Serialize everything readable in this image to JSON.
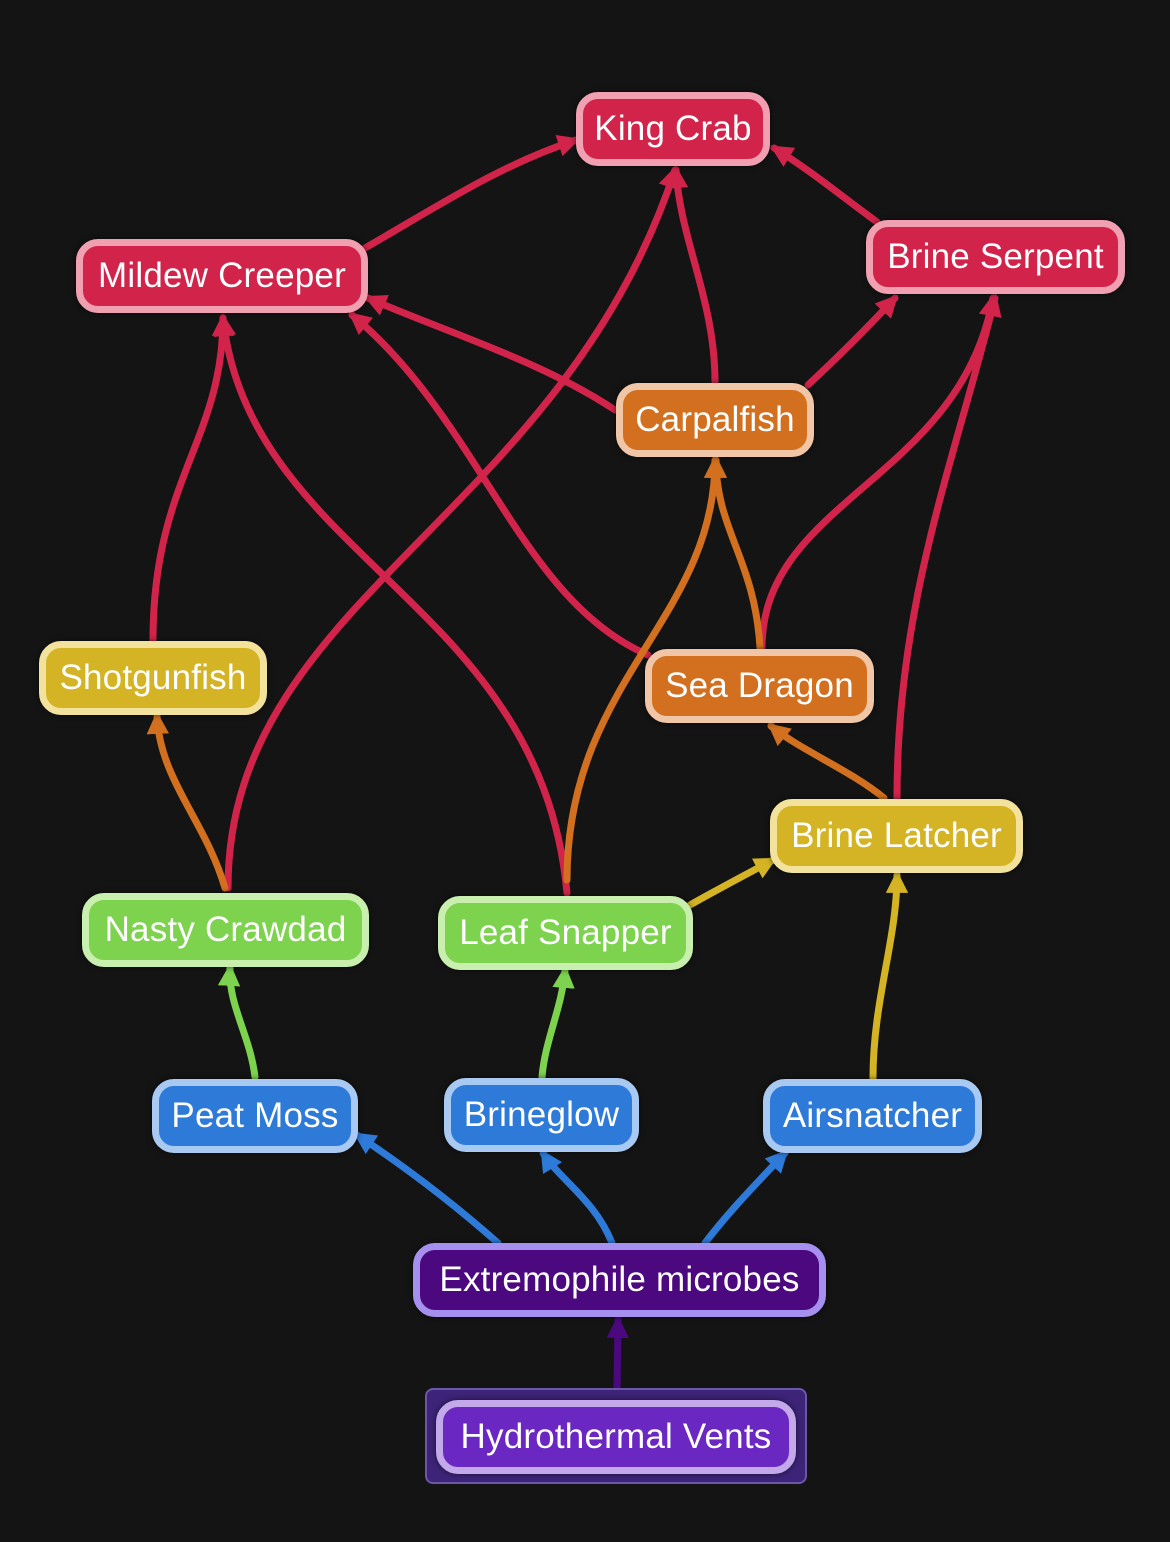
{
  "colors": {
    "background": "#141415",
    "apex": "#d2244a",
    "orange": "#d2701f",
    "yellow": "#d4b424",
    "green": "#7dd24e",
    "blue": "#2e7ad8",
    "indigo": "#4b087f",
    "violet": "#6a27c2"
  },
  "nodes": {
    "king_crab": "King Crab",
    "mildew_creeper": "Mildew Creeper",
    "brine_serpent": "Brine Serpent",
    "carpalfish": "Carpalfish",
    "shotgunfish": "Shotgunfish",
    "sea_dragon": "Sea Dragon",
    "brine_latcher": "Brine Latcher",
    "nasty_crawdad": "Nasty Crawdad",
    "leaf_snapper": "Leaf Snapper",
    "peat_moss": "Peat Moss",
    "brineglow": "Brineglow",
    "airsnatcher": "Airsnatcher",
    "extremophile_microbes": "Extremophile microbes",
    "hydrothermal_vents": "Hydrothermal Vents"
  },
  "edges": [
    {
      "from": "Hydrothermal Vents",
      "to": "Extremophile microbes",
      "color": "#4b087f"
    },
    {
      "from": "Extremophile microbes",
      "to": "Peat Moss",
      "color": "#2e7ad8"
    },
    {
      "from": "Extremophile microbes",
      "to": "Brineglow",
      "color": "#2e7ad8"
    },
    {
      "from": "Extremophile microbes",
      "to": "Airsnatcher",
      "color": "#2e7ad8"
    },
    {
      "from": "Peat Moss",
      "to": "Nasty Crawdad",
      "color": "#7dd24e"
    },
    {
      "from": "Brineglow",
      "to": "Leaf Snapper",
      "color": "#7dd24e"
    },
    {
      "from": "Airsnatcher",
      "to": "Brine Latcher",
      "color": "#d4b424"
    },
    {
      "from": "Leaf Snapper",
      "to": "Brine Latcher",
      "color": "#d4b424"
    },
    {
      "from": "Nasty Crawdad",
      "to": "Shotgunfish",
      "color": "#d2701f"
    },
    {
      "from": "Leaf Snapper",
      "to": "Carpalfish",
      "color": "#d2701f"
    },
    {
      "from": "Brine Latcher",
      "to": "Sea Dragon",
      "color": "#d2701f"
    },
    {
      "from": "Sea Dragon",
      "to": "Carpalfish",
      "color": "#d2701f"
    },
    {
      "from": "Nasty Crawdad",
      "to": "King Crab",
      "color": "#d2244a"
    },
    {
      "from": "Leaf Snapper",
      "to": "Mildew Creeper",
      "color": "#d2244a"
    },
    {
      "from": "Shotgunfish",
      "to": "Mildew Creeper",
      "color": "#d2244a"
    },
    {
      "from": "Sea Dragon",
      "to": "Mildew Creeper",
      "color": "#d2244a"
    },
    {
      "from": "Carpalfish",
      "to": "Mildew Creeper",
      "color": "#d2244a"
    },
    {
      "from": "Carpalfish",
      "to": "King Crab",
      "color": "#d2244a"
    },
    {
      "from": "Carpalfish",
      "to": "Brine Serpent",
      "color": "#d2244a"
    },
    {
      "from": "Sea Dragon",
      "to": "Brine Serpent",
      "color": "#d2244a"
    },
    {
      "from": "Brine Latcher",
      "to": "Brine Serpent",
      "color": "#d2244a"
    },
    {
      "from": "Mildew Creeper",
      "to": "King Crab",
      "color": "#d2244a"
    },
    {
      "from": "Brine Serpent",
      "to": "King Crab",
      "color": "#d2244a"
    }
  ]
}
